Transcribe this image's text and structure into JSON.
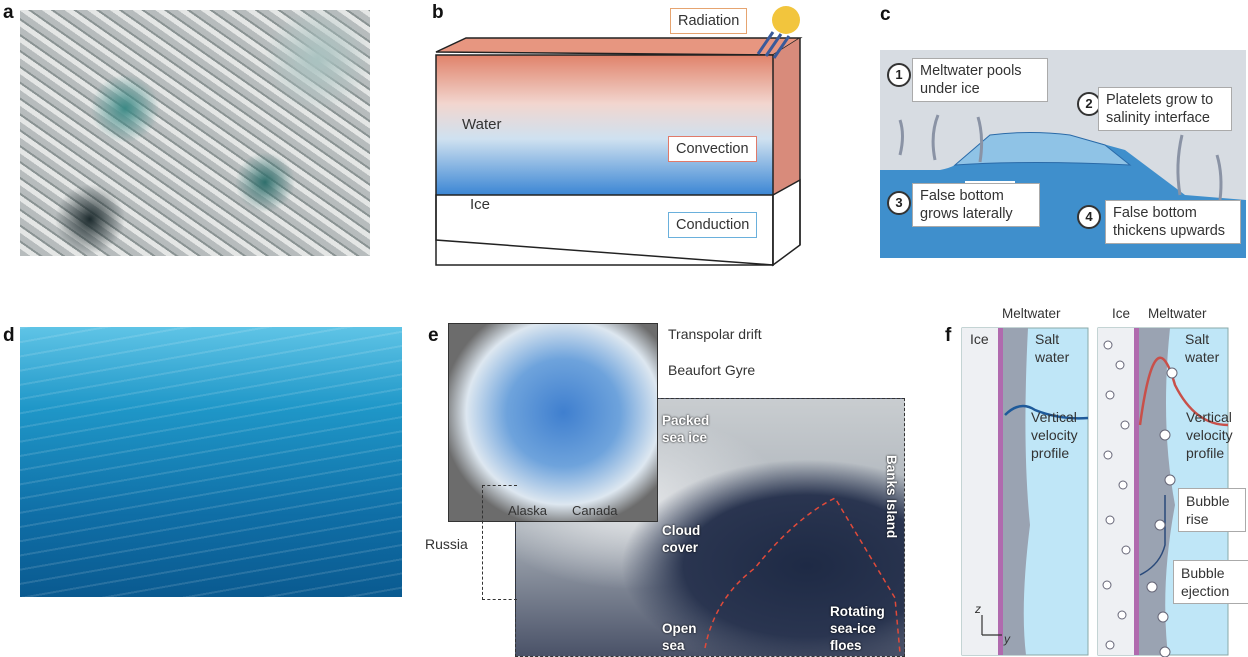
{
  "panels": {
    "a": {
      "label": "a"
    },
    "b": {
      "label": "b",
      "radiation": "Radiation",
      "water": "Water",
      "convection": "Convection",
      "ice": "Ice",
      "conduction": "Conduction"
    },
    "c": {
      "label": "c",
      "steps": [
        {
          "n": "1",
          "text": "Meltwater pools under ice"
        },
        {
          "n": "2",
          "text": "Platelets grow to salinity interface"
        },
        {
          "n": "3",
          "text": "False bottom grows laterally"
        },
        {
          "n": "4",
          "text": "False bottom thickens upwards"
        }
      ]
    },
    "d": {
      "label": "d"
    },
    "e": {
      "label": "e",
      "transpolar": "Transpolar drift",
      "beaufort": "Beaufort Gyre",
      "russia": "Russia",
      "alaska": "Alaska",
      "canada": "Canada",
      "packed": "Packed sea ice",
      "cloud": "Cloud cover",
      "banks": "Banks Island",
      "open_sea": "Open sea",
      "floes": "Rotating sea-ice floes"
    },
    "f": {
      "label": "f",
      "meltwater": "Meltwater",
      "ice": "Ice",
      "salt_water": "Salt water",
      "velocity": "Vertical velocity profile",
      "bubble_rise": "Bubble rise",
      "bubble_ejection": "Bubble ejection",
      "axis_z": "z",
      "axis_y": "y"
    }
  }
}
